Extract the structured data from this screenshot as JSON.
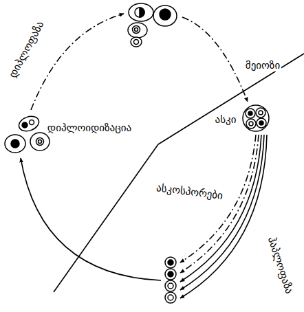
{
  "diagram": {
    "labels": [
      "დიპლოფაზა",
      "მეიოზი",
      "ასკი",
      "დიპლოიდიზაცია",
      "ასკოსპორები",
      "ჰაპლოფაზა"
    ]
  }
}
